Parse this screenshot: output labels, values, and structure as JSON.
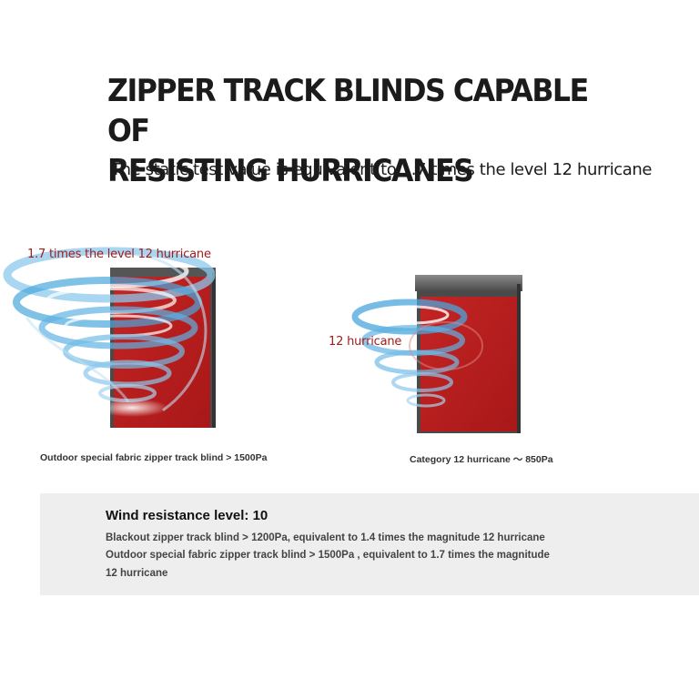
{
  "heading": {
    "title_line1": "ZIPPER TRACK BLINDS CAPABLE OF",
    "title_line2": "RESISTING HURRICANES",
    "subtitle": "The static test value is equivalent to 1.7 times the level 12 hurricane"
  },
  "left_scene": {
    "tag": "1.7 times the level 12 hurricane",
    "caption": "Outdoor special fabric zipper track blind > 1500Pa"
  },
  "right_scene": {
    "tag": "12 hurricane",
    "caption": "Category 12 hurricane ～ 850Pa"
  },
  "panel": {
    "title": "Wind resistance level: 10",
    "line1": "Blackout zipper track blind > 1200Pa, equivalent to 1.4 times the magnitude 12 hurricane",
    "line2": "Outdoor special fabric zipper track blind > 1500Pa , equivalent to 1.7 times the magnitude",
    "line3": "12 hurricane"
  },
  "colors": {
    "fabric_red": "#b51e1e",
    "frame_gray": "#4a4a4a",
    "tag_red": "#a31c1c",
    "wind_blue": "#4aa6dc",
    "panel_bg": "#eeeeee"
  },
  "icons": [
    "hurricane-swirl-illustration",
    "zipper-blind-illustration"
  ]
}
